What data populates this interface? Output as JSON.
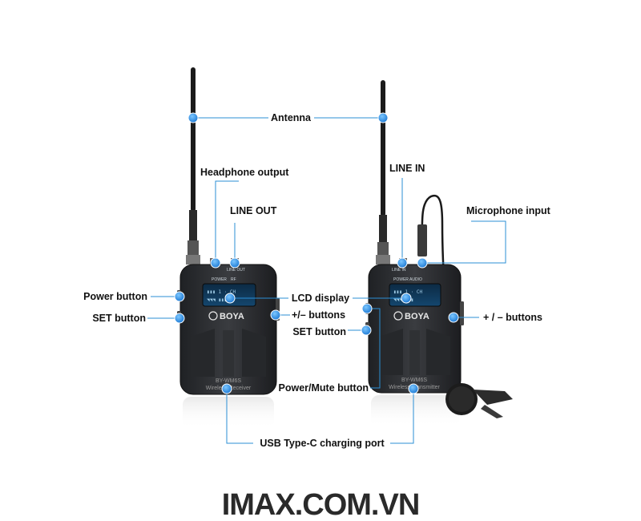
{
  "watermark": "IMAX.COM.VN",
  "receiver": {
    "brand": "BOYA",
    "model": "BY-WM6S",
    "name": "Wireless Receiver",
    "top_labels": [
      "POWER",
      "RF"
    ],
    "jack_label": "LINE OUT"
  },
  "transmitter": {
    "brand": "BOYA",
    "model": "BY-WM6S",
    "name": "Wireless Transmitter",
    "top_labels": [
      "POWER",
      "AUDIO"
    ],
    "jack_label": "LINE IN"
  },
  "callouts": {
    "antenna": "Antenna",
    "headphone_output": "Headphone output",
    "line_out": "LINE OUT",
    "line_in": "LINE IN",
    "microphone_input": "Microphone input",
    "power_button": "Power button",
    "set_button_left": "SET button",
    "lcd_display": "LCD display",
    "plus_minus_buttons_left": "+/– buttons",
    "set_button_right": "SET button",
    "power_mute_button": "Power/Mute button",
    "plus_minus_buttons_right": "+ / –  buttons",
    "usb_c_port": "USB Type-C charging port"
  },
  "colors": {
    "callout_line": "#2b8fd6",
    "callout_dot": "#1e88e5",
    "device_body": "#2d2f33"
  }
}
